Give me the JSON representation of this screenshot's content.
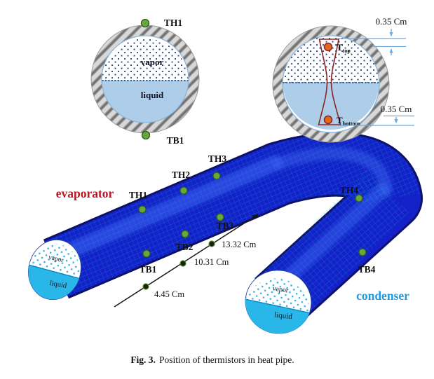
{
  "figure_caption": {
    "label": "Fig. 3.",
    "text": "Position of thermistors in heat pipe."
  },
  "colors": {
    "evaporator_label": "#c01425",
    "condenser_label": "#1e9ae0",
    "pipe_body": "#1421c8",
    "pipe_edge": "#0d1168",
    "mesh_line": "#00c8dc",
    "liquid_pale": "#aecde9",
    "liquid_cyan": "#29b7ea",
    "dimension_blue": "#6fa8dc",
    "sensor_green": "#64a83e",
    "sensor_orange": "#e2671c",
    "band_red": "#8b2323"
  },
  "cross_section_left": {
    "top_sensor": "TH1",
    "bottom_sensor": "TB1",
    "vapor": "vapor",
    "liquid": "liquid"
  },
  "cross_section_right": {
    "top_dim": "0.35 Cm",
    "bottom_dim": "0.35 Cm",
    "t_top": {
      "main": "T",
      "sub": "top"
    },
    "t_bottom": {
      "main": "T",
      "sub": "bottom"
    }
  },
  "pipe": {
    "evaporator": "evaporator",
    "condenser": "condenser",
    "top_sensors": [
      "TH1",
      "TH2",
      "TH3",
      "TH4"
    ],
    "bottom_sensors": [
      "TB1",
      "TB2",
      "TB3",
      "TB4"
    ],
    "distances": [
      "4.45 Cm",
      "10.31 Cm",
      "13.32 Cm"
    ],
    "left_face": {
      "vapor": "vapor",
      "liquid": "liquid"
    },
    "right_face": {
      "vapor": "vapor",
      "liquid": "liquid"
    }
  }
}
